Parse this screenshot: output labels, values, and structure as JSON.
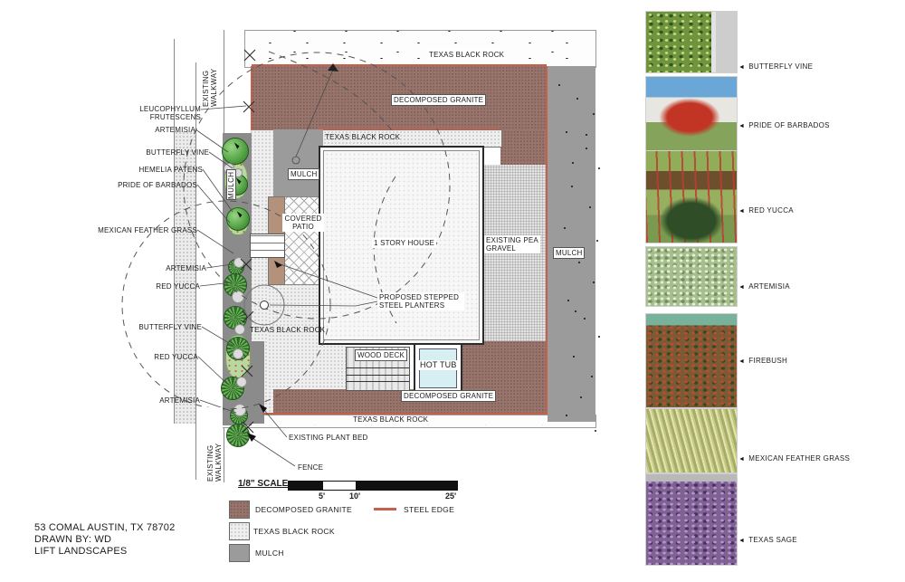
{
  "title_block": {
    "address": "53 COMAL AUSTIN, TX 78702",
    "drawn_by": "DRAWN BY: WD",
    "company": "LIFT LANDSCAPES"
  },
  "scale": {
    "label": "1/8\" SCALE",
    "ticks": [
      "5'",
      "10'",
      "25'"
    ]
  },
  "legend": {
    "decomposed_granite": "DECOMPOSED GRANITE",
    "texas_black_rock": "TEXAS BLACK ROCK",
    "mulch": "MULCH",
    "steel_edge": "STEEL EDGE"
  },
  "plan": {
    "labels": {
      "texas_black_rock": "TEXAS BLACK ROCK",
      "decomposed_granite": "DECOMPOSED GRANITE",
      "mulch": "MULCH",
      "covered_patio": "COVERED PATIO",
      "house": "1 STORY HOUSE",
      "pea_gravel": "EXISTING PEA GRAVEL",
      "planters": "PROPOSED STEPPED STEEL PLANTERS",
      "wood_deck": "WOOD DECK",
      "hot_tub": "HOT TUB",
      "existing_plant_bed": "EXISTING PLANT BED",
      "fence": "FENCE",
      "existing_walkway": "EXISTING WALKWAY"
    },
    "left_callouts": [
      {
        "label": "LEUCOPHYLLUM FRUTESCENS"
      },
      {
        "label": "ARTEMISIA"
      },
      {
        "label": "BUTTERFLY VINE"
      },
      {
        "label": "HEMELIA PATENS"
      },
      {
        "label": "PRIDE OF BARBADOS"
      },
      {
        "label": "MEXICAN FEATHER GRASS"
      },
      {
        "label": "ARTEMISIA"
      },
      {
        "label": "RED YUCCA"
      },
      {
        "label": "BUTTERFLY VINE"
      },
      {
        "label": "RED YUCCA"
      },
      {
        "label": "ARTEMISIA"
      }
    ]
  },
  "plant_key": [
    {
      "name": "BUTTERFLY VINE"
    },
    {
      "name": "PRIDE OF BARBADOS"
    },
    {
      "name": "RED YUCCA"
    },
    {
      "name": "ARTEMISIA"
    },
    {
      "name": "FIREBUSH"
    },
    {
      "name": "MEXICAN FEATHER GRASS"
    },
    {
      "name": "TEXAS SAGE"
    }
  ],
  "colors": {
    "steel_edge": "#c4604c",
    "decomposed_granite": "#97756d",
    "mulch": "#9b9b9b",
    "texas_black_rock": "#efefef",
    "pea_gravel": "#e2e2e2",
    "hot_tub_water": "#d7eef2"
  }
}
